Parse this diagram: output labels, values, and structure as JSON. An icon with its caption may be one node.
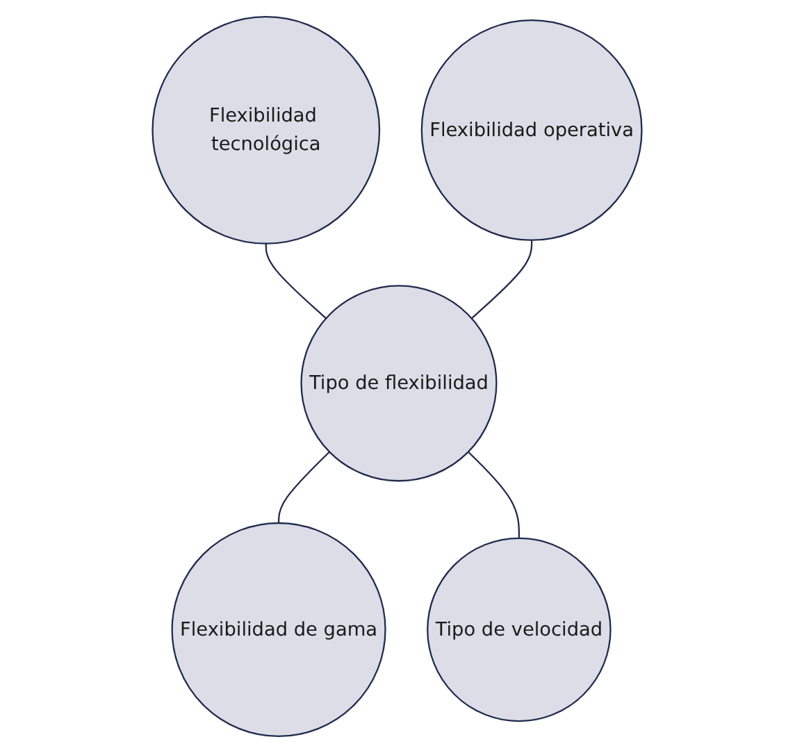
{
  "diagram": {
    "nodes": [
      {
        "text": [
          "Flexibilidad tecnológica"
        ]
      },
      {
        "text": [
          "Flexibilidad operativa"
        ]
      },
      {
        "text": [
          "Tipo de flexibilidad"
        ]
      },
      {
        "text": [
          "Flexibilidad de gama"
        ]
      },
      {
        "text": [
          "Tipo de velocidad"
        ]
      }
    ],
    "edges": [
      {
        "from": 0,
        "to": 2,
        "arrow": "none"
      },
      {
        "from": 1,
        "to": 2,
        "arrow": "none"
      },
      {
        "from": 2,
        "to": 3,
        "arrow": "none"
      },
      {
        "from": 2,
        "to": 4,
        "arrow": "none"
      }
    ]
  }
}
